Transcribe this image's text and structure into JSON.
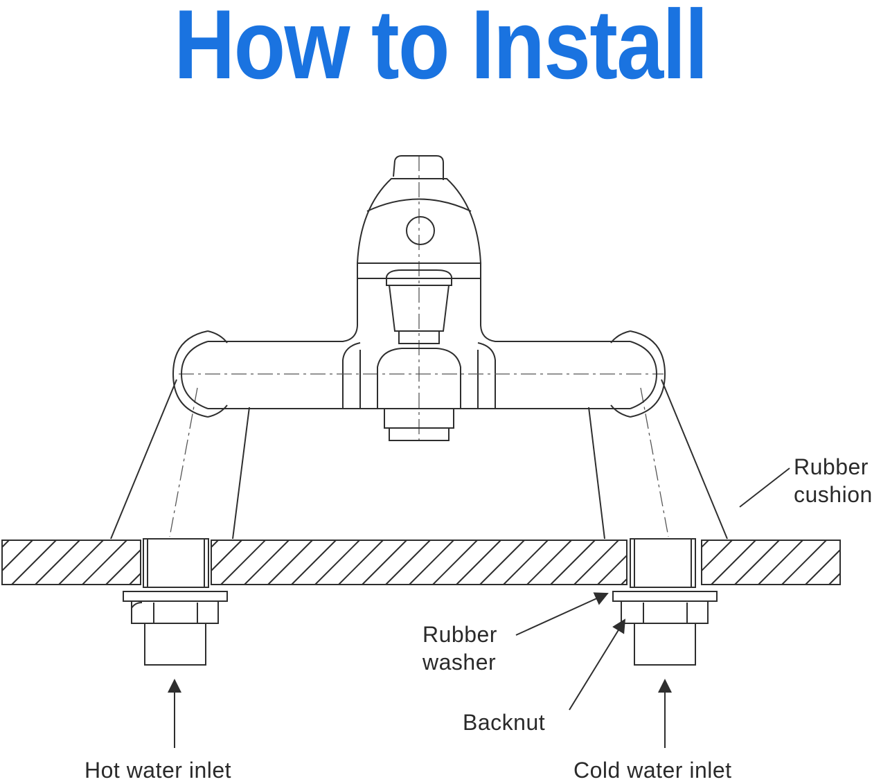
{
  "title": "How to Install",
  "labels": {
    "rubber_cushion_1": "Rubber",
    "rubber_cushion_2": "cushion",
    "rubber_washer_1": "Rubber",
    "rubber_washer_2": "washer",
    "backnut": "Backnut",
    "hot_inlet": "Hot water inlet",
    "cold_inlet": "Cold water inlet"
  },
  "colors": {
    "title": "#1a73e0",
    "line": "#2e2e2e",
    "text": "#2a2a2a"
  }
}
